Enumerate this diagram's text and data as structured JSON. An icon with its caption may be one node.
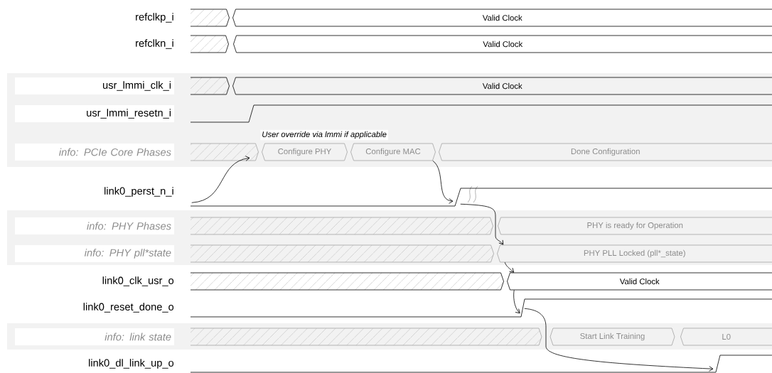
{
  "diagram": {
    "nodes": [
      {
        "text": [],
        "shape": "box"
      },
      {
        "text": [
          "Valid Clock"
        ]
      },
      {
        "text": [],
        "shape": "box"
      },
      {
        "text": [
          "Valid Clock"
        ]
      },
      {
        "text": [
          "usr_lmmi_clk_i"
        ]
      },
      {
        "text": [],
        "shape": "box"
      },
      {
        "text": [
          "Valid Clock"
        ]
      },
      {
        "text": [
          "usr_lmmi_resetn_i"
        ]
      },
      {
        "text": [
          "info: PCIe Core Phases"
        ]
      },
      {
        "text": [],
        "shape": "box"
      },
      {
        "text": [
          "Configure PHY"
        ]
      },
      {
        "text": [
          "Configure MAC"
        ]
      },
      {
        "text": [
          "Done Configuration"
        ]
      },
      {
        "text": [],
        "shape": "line"
      },
      {
        "text": [
          "info: PHY Phases"
        ]
      },
      {
        "text": [],
        "shape": "box"
      },
      {
        "text": [
          "PHY is ready for Operation"
        ]
      },
      {
        "text": [
          "info: PHY pll*state"
        ]
      },
      {
        "text": [],
        "shape": "box"
      },
      {
        "text": [
          "PHY PLL Locked (pll*_state)"
        ]
      },
      {
        "text": [],
        "shape": "box"
      },
      {
        "text": [
          "Valid Clock"
        ]
      },
      {
        "text": [],
        "shape": "line"
      },
      {
        "text": [
          "info: link state"
        ]
      },
      {
        "text": [],
        "shape": "box"
      },
      {
        "text": [
          "Start Link Training"
        ]
      },
      {
        "text": [
          "L0"
        ]
      },
      {
        "text": [],
        "shape": "line"
      }
    ],
    "edges": [
      {
        "from": 13,
        "to": 9,
        "arrow": "to"
      },
      {
        "from": 11,
        "to": 13,
        "arrow": "to"
      },
      {
        "from": 13,
        "to": 19,
        "arrow": "to"
      },
      {
        "from": 19,
        "to": 21,
        "arrow": "to"
      },
      {
        "from": 21,
        "to": 22,
        "arrow": "to"
      },
      {
        "from": 22,
        "to": 27,
        "arrow": "to"
      }
    ],
    "labels": [
      "refclkp_i",
      "refclkn_i",
      "User override via lmmi if applicable",
      "link0_perst_n_i",
      "link0_clk_usr_o",
      "link0_reset_done_o",
      "link0_dl_link_up_o"
    ]
  }
}
